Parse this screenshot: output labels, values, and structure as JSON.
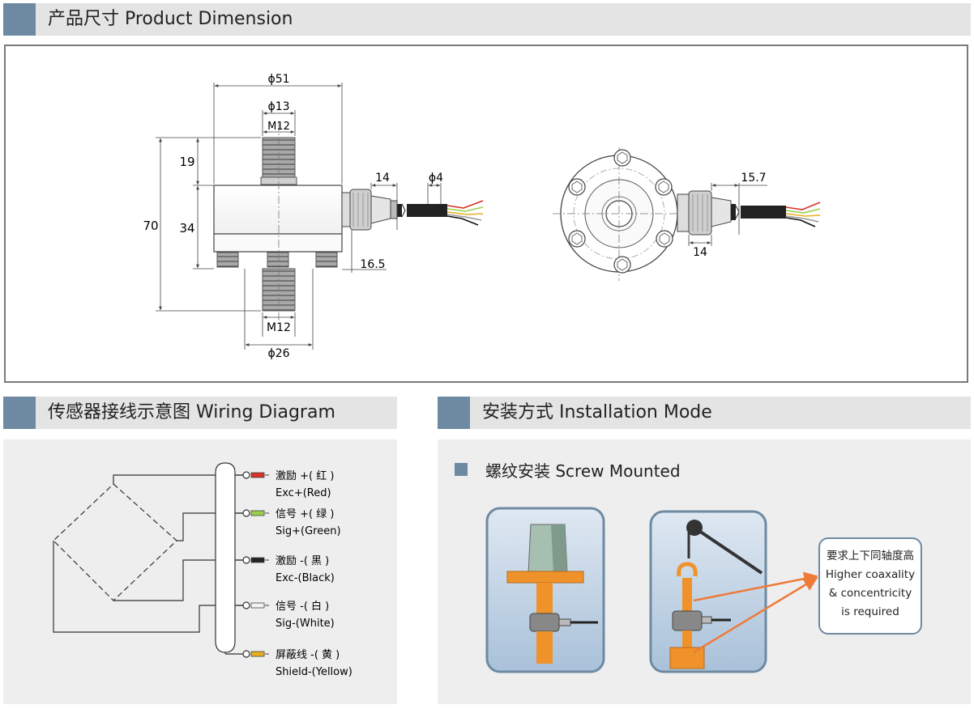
{
  "sections": {
    "product_dimension": {
      "title": "产品尺寸 Product Dimension"
    },
    "wiring": {
      "title": "传感器接线示意图  Wiring Diagram"
    },
    "installation": {
      "title": "安装方式 Installation Mode",
      "subtitle": "螺纹安装 Screw Mounted"
    }
  },
  "dimensions": {
    "phi51": "ϕ51",
    "phi13": "ϕ13",
    "m12_top": "M12",
    "d19": "19",
    "d70": "70",
    "d34": "34",
    "d14_front": "14",
    "phi4": "ϕ4",
    "d16_5": "16.5",
    "m12_bottom": "M12",
    "phi26": "ϕ26",
    "d15_7": "15.7",
    "d14_side": "14"
  },
  "wires": [
    {
      "cn": "激励 +( 红 )",
      "en": "Exc+(Red)",
      "color": "#d8322a"
    },
    {
      "cn": "信号 +( 绿 )",
      "en": "Sig+(Green)",
      "color": "#9bcf4a"
    },
    {
      "cn": "激励 -( 黑 )",
      "en": "Exc-(Black)",
      "color": "#222222"
    },
    {
      "cn": "信号 -( 白 )",
      "en": "Sig-(White)",
      "color": "#f2f2f2"
    },
    {
      "cn": "屏蔽线 -( 黄 )",
      "en": "Shield-(Yellow)",
      "color": "#e8b020"
    }
  ],
  "callout": {
    "line1": "要求上下同轴度高",
    "line2": "Higher coaxality",
    "line3": "& concentricity",
    "line4": "is required"
  },
  "colors": {
    "accent": "#6e8aa3",
    "orange": "#f0922a",
    "panel_bg": "#eeeeee",
    "arrow": "#ee7a3a"
  }
}
